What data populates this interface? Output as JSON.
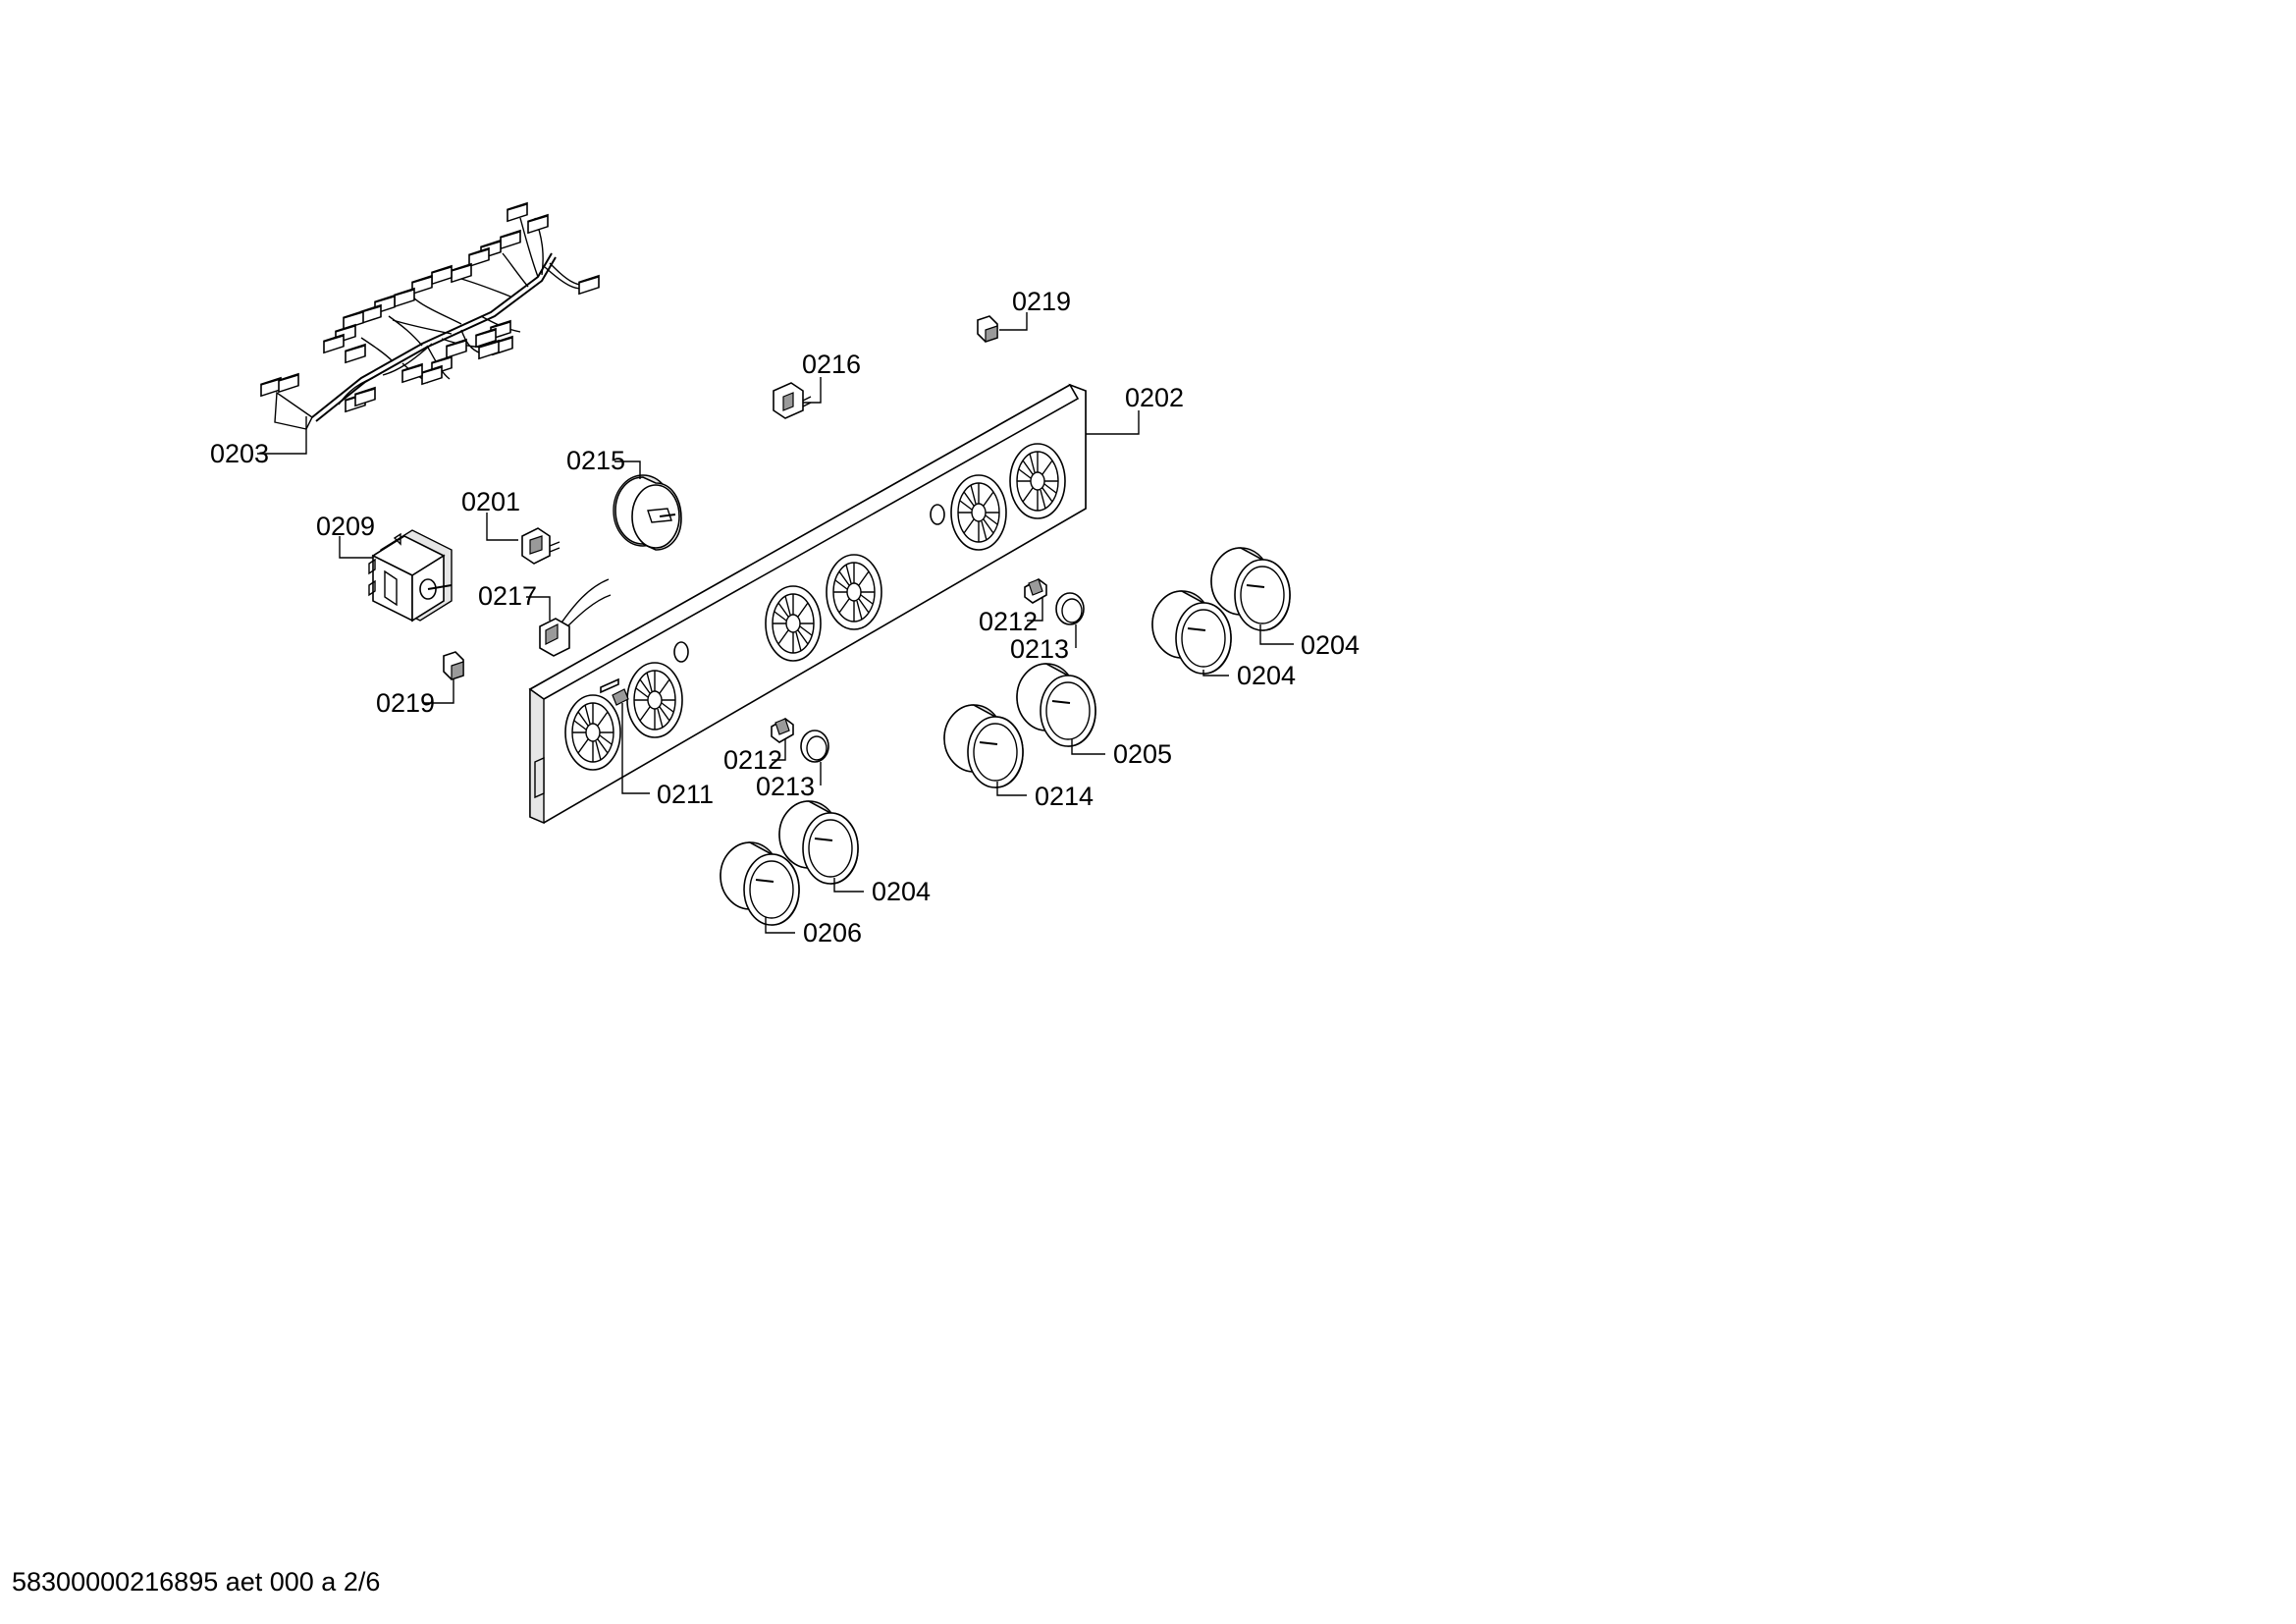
{
  "callouts": [
    {
      "id": "c-0219-top",
      "label": "0219"
    },
    {
      "id": "c-0216",
      "label": "0216"
    },
    {
      "id": "c-0202",
      "label": "0202"
    },
    {
      "id": "c-0203",
      "label": "0203"
    },
    {
      "id": "c-0215",
      "label": "0215"
    },
    {
      "id": "c-0201",
      "label": "0201"
    },
    {
      "id": "c-0209",
      "label": "0209"
    },
    {
      "id": "c-0217",
      "label": "0217"
    },
    {
      "id": "c-0219-left",
      "label": "0219"
    },
    {
      "id": "c-0212-right",
      "label": "0212"
    },
    {
      "id": "c-0213-right",
      "label": "0213"
    },
    {
      "id": "c-0204-far-right",
      "label": "0204"
    },
    {
      "id": "c-0204-right",
      "label": "0204"
    },
    {
      "id": "c-0205",
      "label": "0205"
    },
    {
      "id": "c-0214",
      "label": "0214"
    },
    {
      "id": "c-0212-center",
      "label": "0212"
    },
    {
      "id": "c-0213-center",
      "label": "0213"
    },
    {
      "id": "c-0211",
      "label": "0211"
    },
    {
      "id": "c-0204-bottom",
      "label": "0204"
    },
    {
      "id": "c-0206",
      "label": "0206"
    }
  ],
  "footer": {
    "code": "58300000216895 aet 000 a 2/6"
  }
}
